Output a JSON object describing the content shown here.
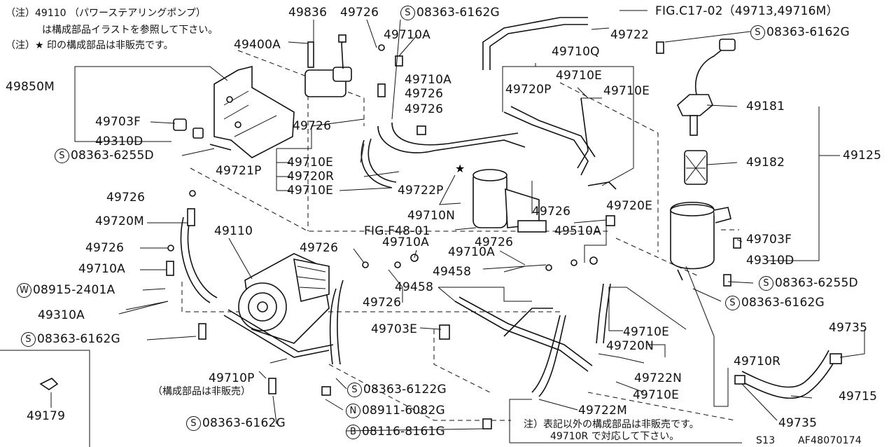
{
  "notes": {
    "line1": "（注）49110 （パワーステアリングポンプ）",
    "line2": "は構成部品イラストを参照して下さい。",
    "line3": "（注）★ 印の構成部品は非販売です。",
    "bottom_line1": "注）表記以外の構成部品は非販売です。",
    "bottom_line2": "49710R で対応して下さい。",
    "subnote_49710p": "（構成部品は非販売）"
  },
  "prefixes": {
    "S": "S",
    "W": "W",
    "N": "N",
    "B": "B"
  },
  "labels": {
    "p49836": "49836",
    "p49726_top": "49726",
    "s08363_6162g_top": "08363-6162G",
    "fig_c17": "FIG.C17-02（49713,49716M）",
    "p49722_top": "49722",
    "s08363_6162g_tr": "08363-6162G",
    "p49710a_1": "49710A",
    "p49400a": "49400A",
    "p49710q": "49710Q",
    "p49710a_2": "49710A",
    "p49710e_1": "49710E",
    "p49850m": "49850M",
    "p49726_2": "49726",
    "p49720p": "49720P",
    "p49710e_2": "49710E",
    "p49726_3": "49726",
    "p49181": "49181",
    "p49703f_left": "49703F",
    "p49726_4": "49726",
    "p49310d_left": "49310D",
    "s08363_6255d_left": "08363-6255D",
    "p49125": "49125",
    "p49710e_3": "49710E",
    "p49182": "49182",
    "p49721p": "49721P",
    "p49720r": "49720R",
    "p49710e_4": "49710E",
    "p49722p": "49722P",
    "p49726_5": "49726",
    "p49720e": "49720E",
    "p49720m": "49720M",
    "p49710n": "49710N",
    "p49726_6": "49726",
    "fig_f48": "FIG.F48-01",
    "p49510a": "49510A",
    "p49110": "49110",
    "p49703f_right": "49703F",
    "p49726_7": "49726",
    "p49710a_3": "49710A",
    "p49726_8": "49726",
    "p49726_9": "49726",
    "p49710a_4": "49710A",
    "p49310d_right": "49310D",
    "p49710a_5": "49710A",
    "p49458_1": "49458",
    "s08363_6255d_right": "08363-6255D",
    "w08915_2401a": "08915-2401A",
    "p49458_2": "49458",
    "s08363_6162g_mid": "08363-6162G",
    "p49310a": "49310A",
    "p49726_10": "49726",
    "p49703e": "49703E",
    "p49710e_5": "49710E",
    "p49735_1": "49735",
    "s08363_6162g_left": "08363-6162G",
    "p49720n": "49720N",
    "p49710r": "49710R",
    "p49722n": "49722N",
    "p49710p": "49710P",
    "s08363_6122g": "08363-6122G",
    "p49710e_6": "49710E",
    "p49715": "49715",
    "p49179": "49179",
    "n08911_6082g": "08911-6082G",
    "p49722m": "49722M",
    "s08363_6162g_bot": "08363-6162G",
    "p49735_2": "49735",
    "b08116_8161g": "08116-8161G",
    "code_s13": "S13",
    "code_af": "AF48070174"
  }
}
